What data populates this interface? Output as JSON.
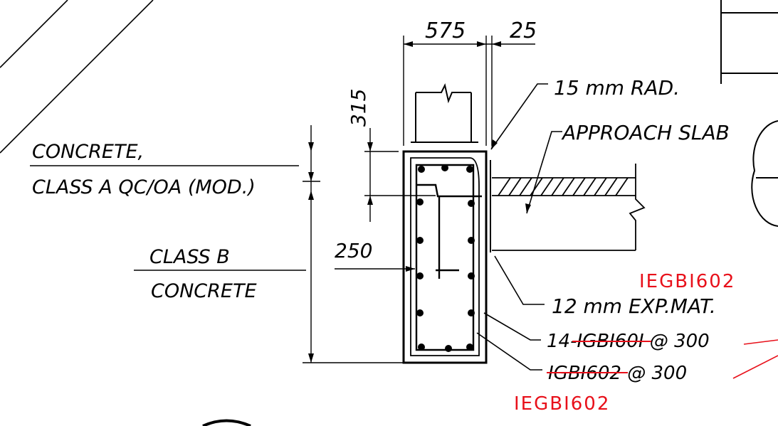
{
  "dimensions": {
    "width_top": "575",
    "gap_top": "25",
    "height_vertical": "315",
    "inner_offset": "250"
  },
  "callouts": {
    "radius": "15 mm RAD.",
    "approach_slab": "APPROACH SLAB",
    "exp_mat": "12 mm EXP.MAT.",
    "bars_prefix": "14-",
    "bars_struck": "IGBI60I",
    "bars_suffix": " @ 300",
    "ties_struck": "IGBI602",
    "ties_suffix": " @ 300"
  },
  "materials": {
    "top_line1": "CONCRETE,",
    "top_line2": "CLASS A QC/OA (MOD.)",
    "bottom_line1": "CLASS B",
    "bottom_line2": "CONCRETE"
  },
  "revisions": {
    "markup_1": "IEGBI602",
    "markup_2": "IEGBI602"
  },
  "colors": {
    "ink": "#000000",
    "markup": "#e8101a"
  }
}
